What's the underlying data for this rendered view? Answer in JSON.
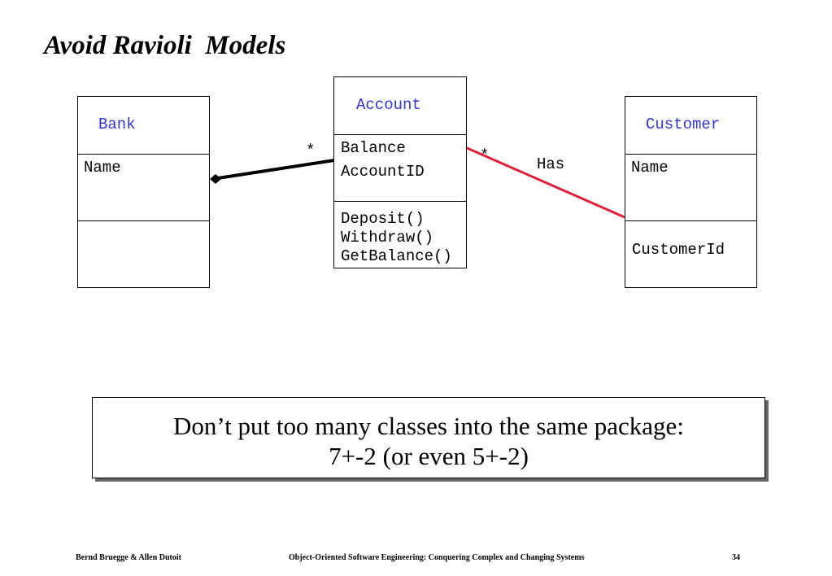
{
  "slide": {
    "title": "Avoid Ravioli  Models"
  },
  "diagram": {
    "bank": {
      "name": "Bank",
      "attributes": [
        "Name"
      ],
      "operations": []
    },
    "account": {
      "name": "Account",
      "attributes": [
        "Balance",
        "AccountID"
      ],
      "operations": [
        "Deposit()",
        "Withdraw()",
        "GetBalance()"
      ]
    },
    "customer": {
      "name": "Customer",
      "attributes": [
        "Name"
      ],
      "operations": [
        "CustomerId"
      ]
    },
    "bank_account_association": {
      "multiplicity_account": "*",
      "color": "#000000"
    },
    "account_customer_association": {
      "multiplicity_account": "*",
      "label": "Has",
      "color": "#e0203a"
    },
    "class_name_color": "#3535d8"
  },
  "note": {
    "line1": "Don’t put too many classes into the same package:",
    "line2": "7+-2 (or even 5+-2)"
  },
  "footer": {
    "authors": "Bernd Bruegge & Allen Dutoit",
    "book": "Object-Oriented Software Engineering: Conquering Complex and Changing Systems",
    "page": "34"
  }
}
